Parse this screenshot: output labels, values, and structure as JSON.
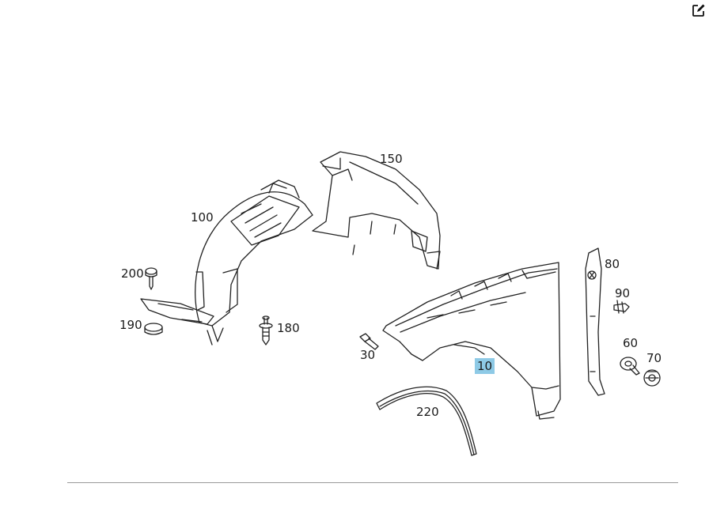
{
  "toolbar": {
    "edit_icon": "edit-icon"
  },
  "highlight_color": "#8ecae6",
  "callouts": [
    {
      "id": "150",
      "label": "150",
      "active": false
    },
    {
      "id": "100",
      "label": "100",
      "active": false
    },
    {
      "id": "80",
      "label": "80",
      "active": false
    },
    {
      "id": "200",
      "label": "200",
      "active": false
    },
    {
      "id": "90",
      "label": "90",
      "active": false
    },
    {
      "id": "190",
      "label": "190",
      "active": false
    },
    {
      "id": "180",
      "label": "180",
      "active": false
    },
    {
      "id": "60",
      "label": "60",
      "active": false
    },
    {
      "id": "30",
      "label": "30",
      "active": false
    },
    {
      "id": "70",
      "label": "70",
      "active": false
    },
    {
      "id": "10",
      "label": "10",
      "active": true
    },
    {
      "id": "220",
      "label": "220",
      "active": false
    }
  ]
}
